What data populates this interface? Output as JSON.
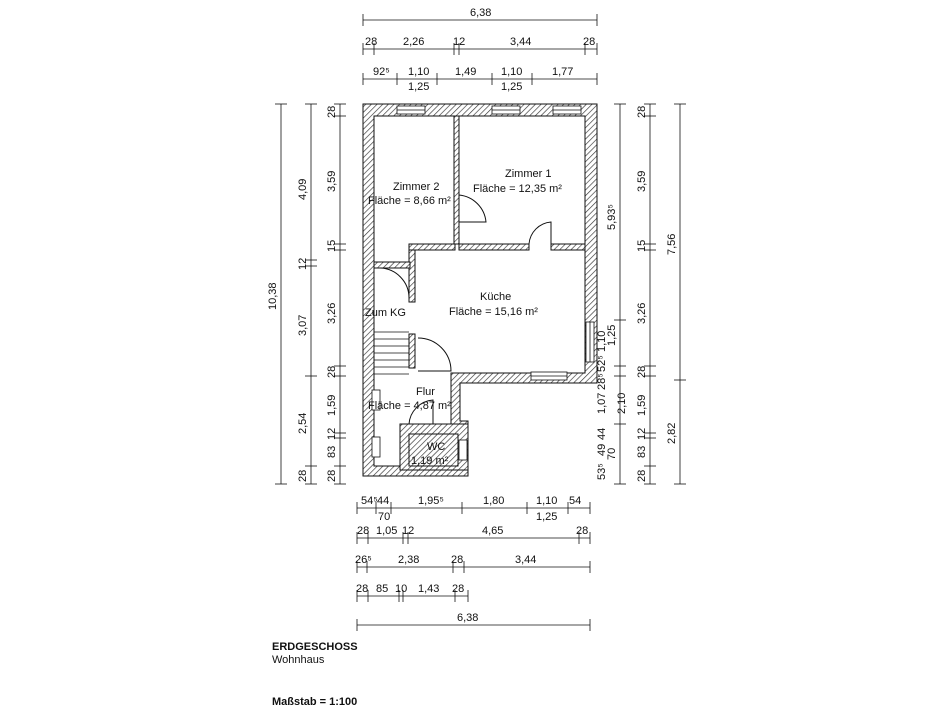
{
  "title_block": {
    "floor": "ERDGESCHOSS",
    "building": "Wohnhaus",
    "scale": "Maßstab = 1:100"
  },
  "rooms": {
    "zimmer2": {
      "name": "Zimmer 2",
      "area": "Fläche = 8,66 m²"
    },
    "zimmer1": {
      "name": "Zimmer 1",
      "area": "Fläche = 12,35 m²"
    },
    "kueche": {
      "name": "Küche",
      "area": "Fläche = 15,16 m²"
    },
    "zum_kg": {
      "name": "Zum KG"
    },
    "flur": {
      "name": "Flur",
      "area": "Fläche = 4,87 m²"
    },
    "wc": {
      "name": "WC",
      "area": "1,19 m²"
    }
  },
  "dimensions": {
    "top_total": "6,38",
    "top_row1": [
      "28",
      "2,26",
      "12",
      "3,44",
      "28"
    ],
    "top_row2_upper": [
      "92⁵",
      "1,10",
      "1,49",
      "1,10",
      "1,77"
    ],
    "top_row2_lower": [
      "1,25",
      "1,25"
    ],
    "left_total": "10,38",
    "left_outer": [
      "4,09",
      "12",
      "3,07",
      "2,54",
      "28"
    ],
    "left_inner": [
      "28",
      "3,59",
      "15",
      "3,26",
      "28",
      "1,59",
      "12",
      "83",
      "28"
    ],
    "right_a": [
      "5,93⁵",
      "1,25",
      "1,10",
      "52⁵",
      "28⁵",
      "1,07",
      "44",
      "49",
      "53⁵",
      "70"
    ],
    "right_b": [
      "28",
      "3,59",
      "15",
      "3,26",
      "28",
      "2,10",
      "1,59",
      "12",
      "83",
      "28"
    ],
    "right_total_upper": "7,56",
    "right_total_lower": "2,82",
    "bottom_row1": [
      "54⁵",
      "44",
      "1,95⁵",
      "1,80",
      "1,10",
      "54"
    ],
    "bottom_row1_sub": [
      "70",
      "1,25"
    ],
    "bottom_row2": [
      "28",
      "1,05",
      "12",
      "4,65",
      "28"
    ],
    "bottom_row3": [
      "26⁵",
      "2,38",
      "28",
      "3,44"
    ],
    "bottom_row4": [
      "28",
      "85",
      "10",
      "1,43",
      "28"
    ],
    "bottom_total": "6,38"
  }
}
